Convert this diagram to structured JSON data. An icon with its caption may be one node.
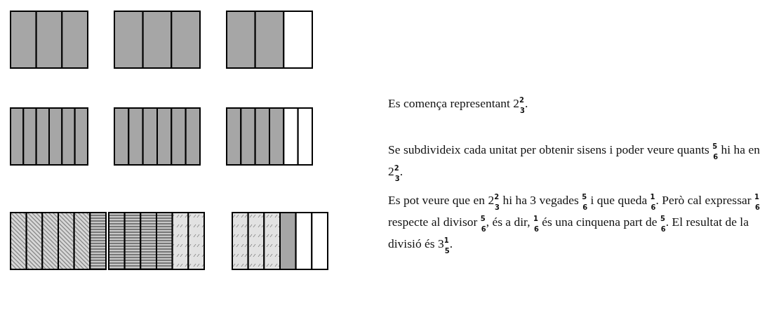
{
  "diagram": {
    "labels": [
      "Es comença representant 2$^{2}$$_{3}$.",
      "Se subdivideix cada unitat per obtenir sisens i poder veure quants $^{5}$$_{6}$ hi ha en 2$^{2}$$_{3}$.",
      "Es pot veure que en 2$^{2}$$_{3}$ hi ha 3 vegades $^{5}$$_{6}$ i que queda $^{1}$$_{6}$. Però cal expressar $^{1}$$_{6}$ respecte al divisor $^{5}$$_{6}$, és a dir, $^{1}$$_{6}$ és una cinquena part de $^{5}$$_{6}$. El resultat de la divisió és 3$^{1}$$_{5}$."
    ]
  }
}
